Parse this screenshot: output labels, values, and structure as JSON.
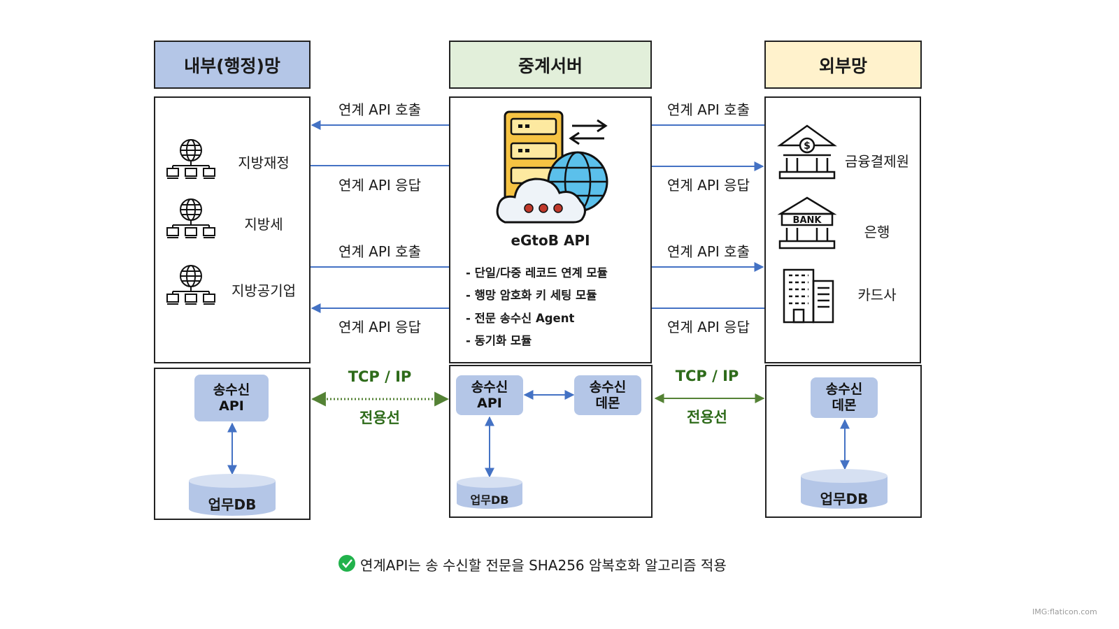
{
  "headers": {
    "internal": "내부(행정)망",
    "relay": "중계서버",
    "external": "외부망"
  },
  "internal_systems": [
    "지방재정",
    "지방세",
    "지방공기업"
  ],
  "relay": {
    "api_name": "eGtoB API",
    "features": [
      "-  단일/다중 레코드 연계 모듈",
      "-  행망 암호화 키 세팅 모듈",
      "-  전문 송수신 Agent",
      "-  동기화 모듈"
    ]
  },
  "external_systems": [
    "금융결제원",
    "은행",
    "카드사"
  ],
  "bank_sign": "BANK",
  "arrows": {
    "call": "연계 API 호출",
    "response": "연계 API 응답"
  },
  "link": {
    "protocol": "TCP / IP",
    "line": "전용선"
  },
  "bottom": {
    "internal_api": [
      "송수신",
      "API"
    ],
    "relay_api": [
      "송수신",
      "API"
    ],
    "relay_daemon": [
      "송수신",
      "데몬"
    ],
    "external_daemon": [
      "송수신",
      "데몬"
    ],
    "db": "업무DB"
  },
  "footnote": "연계API는 송 수신할 전문을 SHA256 암복호화 알고리즘 적용",
  "credit": "IMG:flaticon.com",
  "colors": {
    "internal_header": "#b4c6e7",
    "relay_header": "#e2efda",
    "external_header": "#fff2cc",
    "arrow": "#4472c4",
    "link": "#548235",
    "check": "#21b24b"
  }
}
